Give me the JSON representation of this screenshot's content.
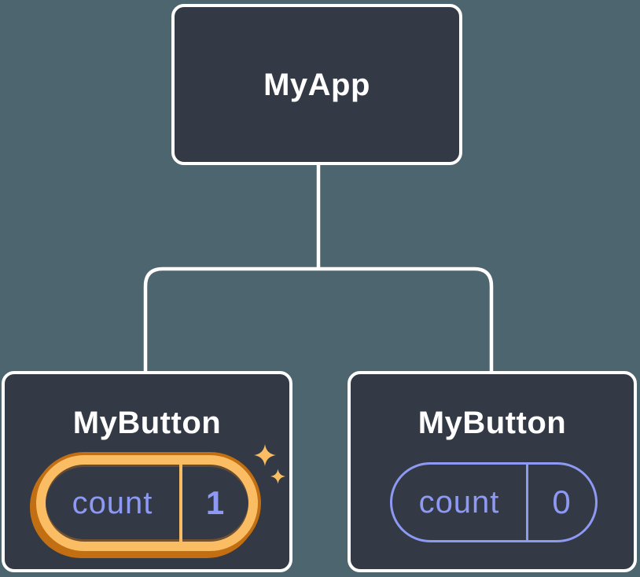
{
  "diagram": {
    "description": "React component tree with state",
    "root": {
      "title": "MyApp"
    },
    "children": [
      {
        "title": "MyButton",
        "state": {
          "label": "count",
          "value": "1"
        },
        "highlighted": true
      },
      {
        "title": "MyButton",
        "state": {
          "label": "count",
          "value": "0"
        },
        "highlighted": false
      }
    ]
  },
  "icons": {
    "sparkle_large": "sparkle-icon",
    "sparkle_small": "sparkle-icon"
  },
  "colors": {
    "background": "#4D656E",
    "node-fill": "#333A45",
    "node-border": "#FFFFFF",
    "connector": "#FFFFFF",
    "title-text": "#FFFFFF",
    "state-text": "#8E99F3",
    "state-outline": "#8E99F3",
    "highlight-gold": "#FBBD63",
    "highlight-orange": "#C26E12"
  }
}
